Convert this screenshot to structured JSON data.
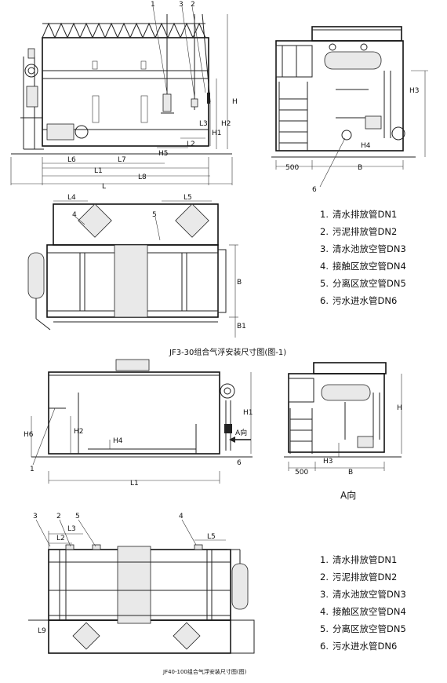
{
  "legend_top": [
    {
      "num": "1.",
      "text": "清水排放管DN1"
    },
    {
      "num": "2.",
      "text": "污泥排放管DN2"
    },
    {
      "num": "3.",
      "text": "清水池放空管DN3"
    },
    {
      "num": "4.",
      "text": "接触区放空管DN4"
    },
    {
      "num": "5.",
      "text": "分离区放空管DN5"
    },
    {
      "num": "6.",
      "text": "污水进水管DN6"
    }
  ],
  "legend_bottom": [
    {
      "num": "1.",
      "text": "清水排放管DN1"
    },
    {
      "num": "2.",
      "text": "污泥排放管DN2"
    },
    {
      "num": "3.",
      "text": "清水池放空管DN3"
    },
    {
      "num": "4.",
      "text": "接触区放空管DN4"
    },
    {
      "num": "5.",
      "text": "分离区放空管DN5"
    },
    {
      "num": "6.",
      "text": "污水进水管DN6"
    }
  ],
  "caption_top": "JF3-30组合气浮安装尺寸图(图-1)",
  "caption_bottom": "JF40-100组合气浮安装尺寸图(图)",
  "view_label": "A向",
  "arrow_label": "A向",
  "dims": {
    "L": "L",
    "L1": "L1",
    "L2": "L2",
    "L3": "L3",
    "L4": "L4",
    "L5": "L5",
    "L6": "L6",
    "L7": "L7",
    "L8": "L8",
    "L9": "L9",
    "H": "H",
    "H1": "H1",
    "H2": "H2",
    "H3": "H3",
    "H4": "H4",
    "H5": "H5",
    "H6": "H6",
    "B": "B",
    "B1": "B1",
    "d500": "500"
  },
  "markers": {
    "n1": "1",
    "n2": "2",
    "n3": "3",
    "n4": "4",
    "n5": "5",
    "n6": "6"
  }
}
